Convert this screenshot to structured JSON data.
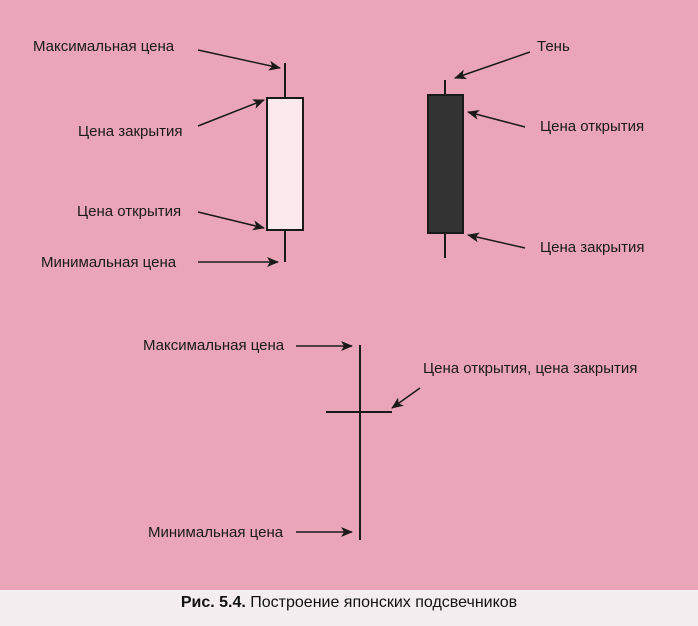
{
  "labels": {
    "max_price": "Максимальная цена",
    "close_price": "Цена закрытия",
    "open_price": "Цена открытия",
    "min_price": "Минимальная цена",
    "shadow": "Тень",
    "open_price_right": "Цена открытия",
    "close_price_right": "Цена закрытия",
    "max_price_bottom": "Максимальная цена",
    "open_close_price": "Цена открытия, цена закрытия",
    "min_price_bottom": "Минимальная цена"
  },
  "caption": {
    "number": "Рис. 5.4.",
    "text": "Построение японских подсвечников"
  },
  "colors": {
    "panel": "#eaa6b8",
    "ink": "#1a1a1a",
    "filled_body": "#333333",
    "hollow_body": "#fbe9ee"
  }
}
